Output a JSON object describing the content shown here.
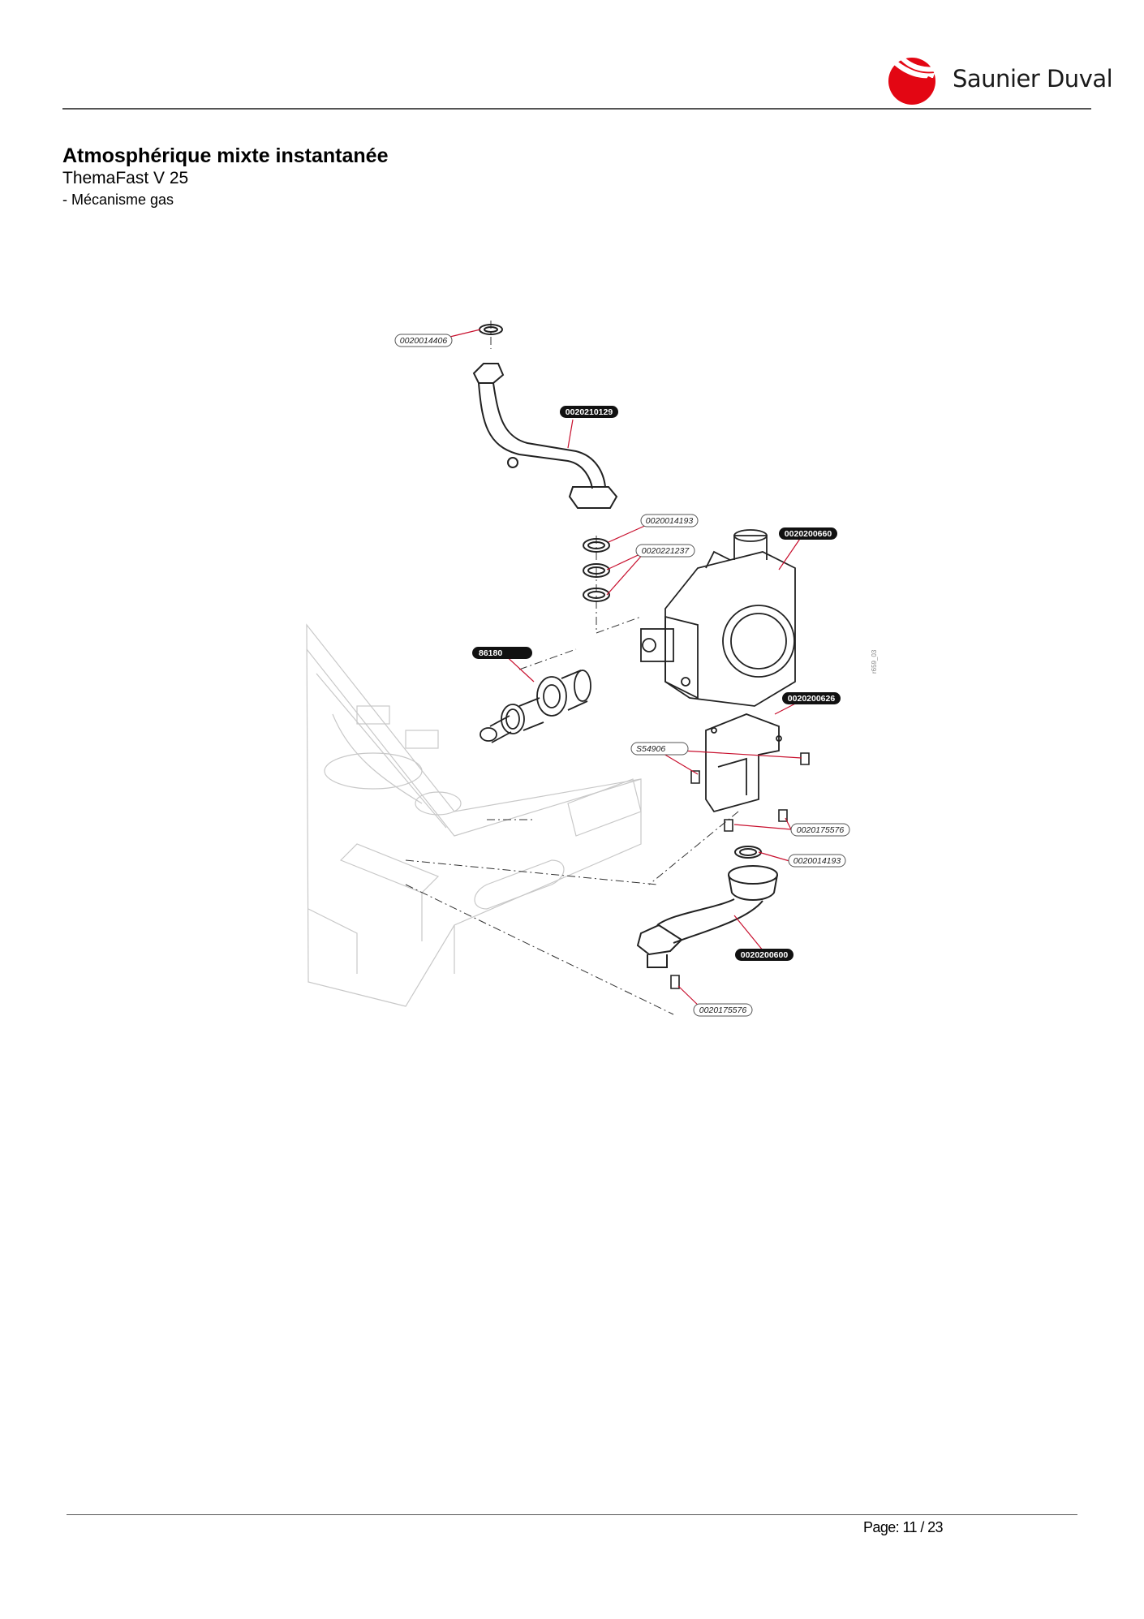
{
  "header": {
    "brand": "Saunier Duval",
    "title": "Atmosphérique mixte instantanée",
    "subtitle": "ThemaFast V 25",
    "section": "- Mécanisme gas"
  },
  "diagram": {
    "code": "r659_03",
    "labels": [
      {
        "id": "0020014406",
        "style": "outline"
      },
      {
        "id": "0020210129",
        "style": "filled"
      },
      {
        "id": "0020014193",
        "style": "outline"
      },
      {
        "id": "0020221237",
        "style": "outline"
      },
      {
        "id": "0020200660",
        "style": "filled"
      },
      {
        "id": "86180",
        "style": "filled"
      },
      {
        "id": "0020200626",
        "style": "filled"
      },
      {
        "id": "S54906",
        "style": "outline"
      },
      {
        "id": "0020175576",
        "style": "outline"
      },
      {
        "id": "0020014193",
        "style": "outline"
      },
      {
        "id": "0020200600",
        "style": "filled"
      },
      {
        "id": "0020175576",
        "style": "outline"
      }
    ]
  },
  "footer": {
    "page": "Page: 11 / 23"
  },
  "colors": {
    "brand_red": "#e30613",
    "callout_line": "#c8102e"
  }
}
